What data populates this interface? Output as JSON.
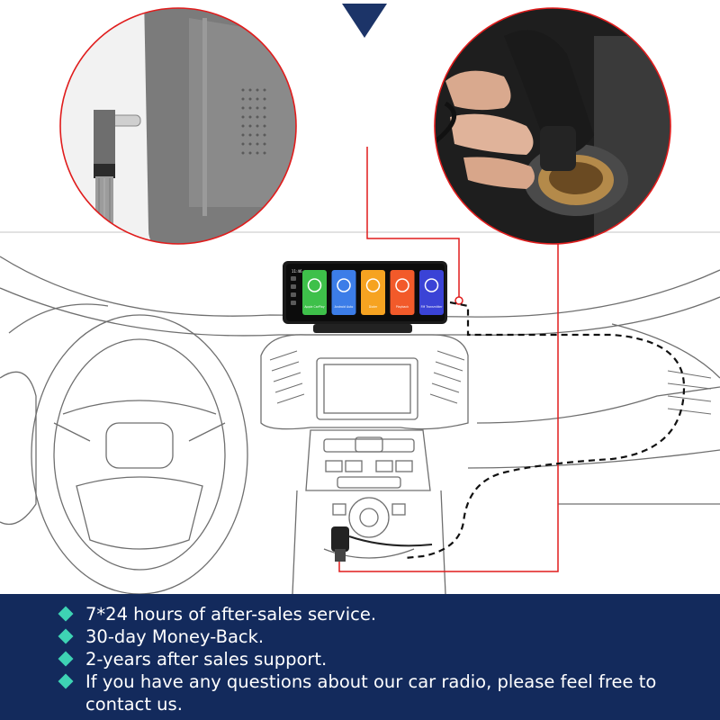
{
  "features": [
    "7*24 hours of after-sales service.",
    "30-day Money-Back.",
    "2-years after sales support.",
    "If you have any questions about our car radio, please feel free to contact us."
  ],
  "screen": {
    "time": "11:46",
    "apps": [
      "Apple CarPlay",
      "Android Auto",
      "Dialer",
      "Playback",
      "FM Transmitter"
    ]
  },
  "icons": {
    "marker": "diamond-bullet-icon",
    "top": "chevron-down-icon"
  },
  "colors": {
    "panel": "#132a5c",
    "bullet": "#3ed3b4",
    "wire": "#e02020",
    "chevron": "#1c3468",
    "app_colors": [
      "#3ec04a",
      "#3c7de8",
      "#f6a321",
      "#f25a2a",
      "#3a43d6"
    ]
  }
}
